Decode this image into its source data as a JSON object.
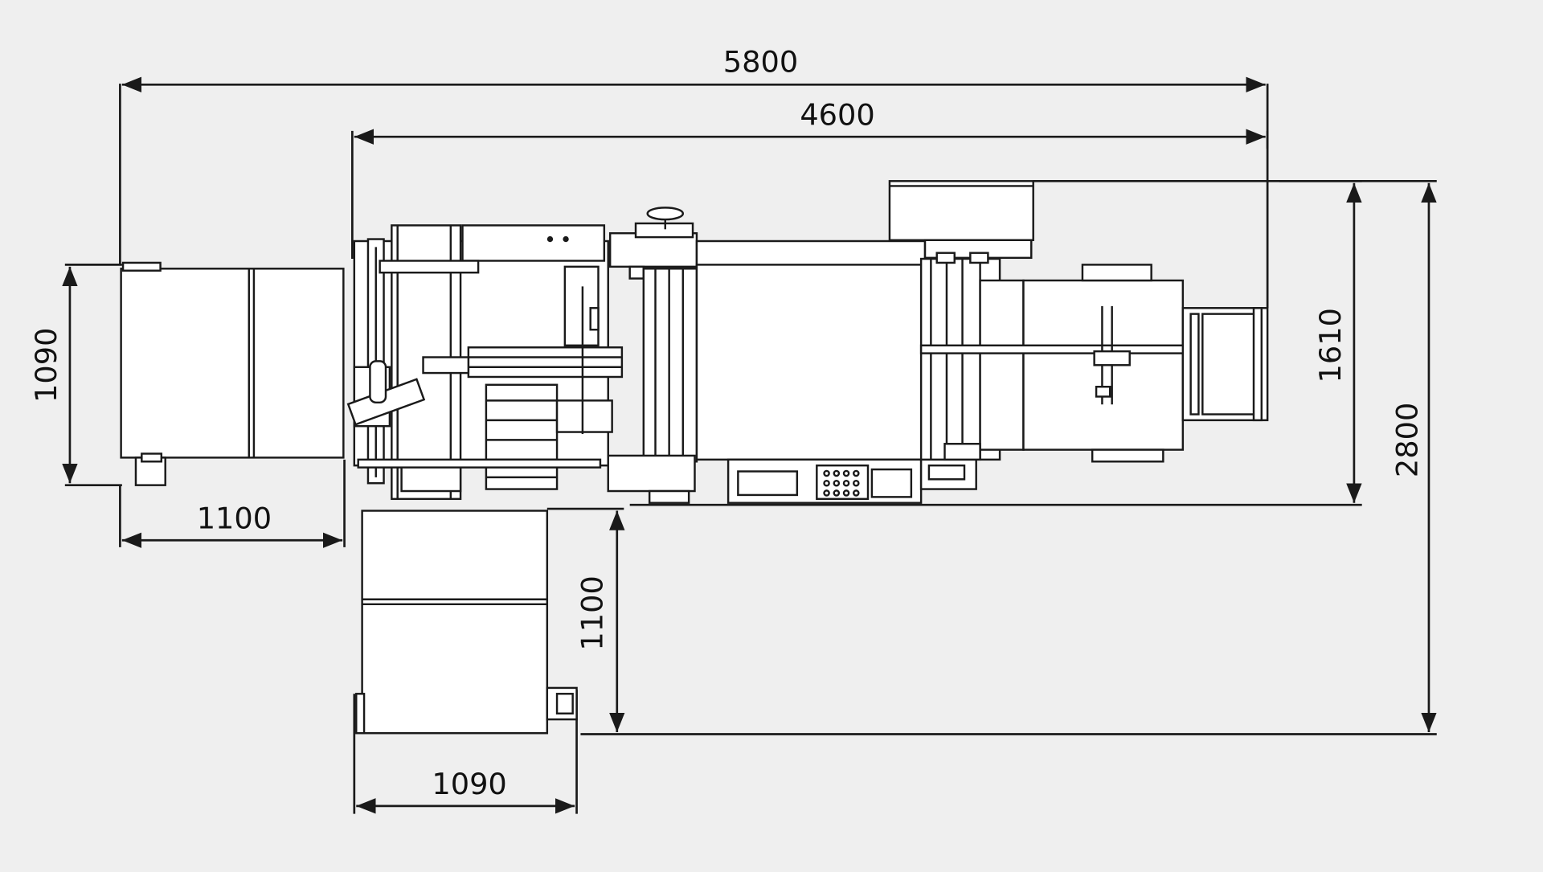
{
  "dimensions": {
    "total_length": "5800",
    "machine_length": "4600",
    "total_width": "2800",
    "machine_width": "1610",
    "left_unit_height": "1090",
    "left_unit_length": "1100",
    "bottom_unit_height": "1100",
    "bottom_unit_length": "1090"
  },
  "colors": {
    "background": "#efefef",
    "line": "#1a1a1a"
  }
}
